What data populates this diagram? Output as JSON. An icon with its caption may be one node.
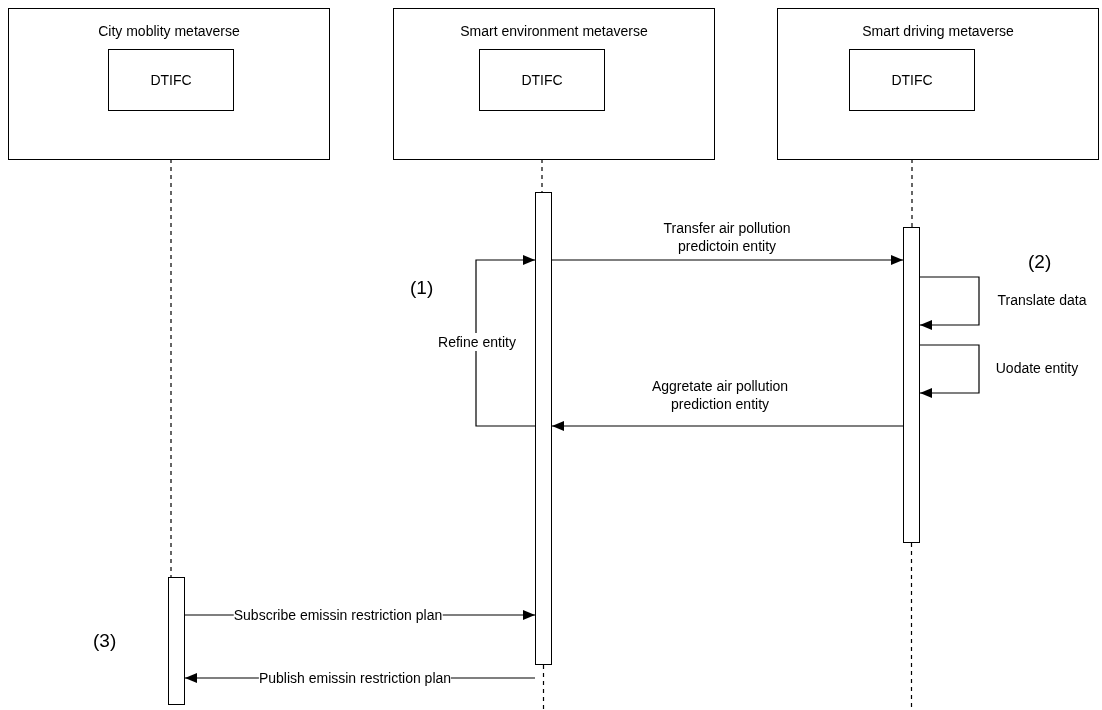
{
  "diagram": {
    "nodes": [
      {
        "text": [
          "City moblity metaverse"
        ]
      },
      {
        "text": [
          "DTIFC"
        ],
        "in": 0
      },
      {
        "text": [
          "Smart environment metaverse"
        ]
      },
      {
        "text": [
          "DTIFC"
        ],
        "in": 2
      },
      {
        "text": [
          "Smart driving metaverse"
        ]
      },
      {
        "text": [
          "DTIFC"
        ],
        "in": 4
      },
      {
        "text": [],
        "shape": "bar"
      },
      {
        "text": [],
        "shape": "bar"
      },
      {
        "text": [],
        "shape": "bar"
      }
    ],
    "edges": [
      {
        "from": 1,
        "to": 8,
        "arrow": "none",
        "style": "dashed"
      },
      {
        "from": 3,
        "to": 6,
        "arrow": "none",
        "style": "dashed"
      },
      {
        "from": 6,
        "to": null,
        "arrow": "none",
        "style": "dashed"
      },
      {
        "from": 5,
        "to": 7,
        "arrow": "none",
        "style": "dashed"
      },
      {
        "from": 7,
        "to": null,
        "arrow": "none",
        "style": "dashed"
      },
      {
        "from": 6,
        "to": 7,
        "arrow": "to",
        "label": "Transfer air pollution predictoin entity"
      },
      {
        "from": 7,
        "to": 7,
        "arrow": "to",
        "label": "Translate data"
      },
      {
        "from": 7,
        "to": 7,
        "arrow": "to",
        "label": "Uodate entity"
      },
      {
        "from": 7,
        "to": 6,
        "arrow": "to",
        "label": "Aggretate air pollution prediction entity"
      },
      {
        "from": 6,
        "to": 6,
        "arrow": "to",
        "label": "Refine entity"
      },
      {
        "from": 8,
        "to": 6,
        "arrow": "to",
        "label": "Subscribe emissin restriction plan"
      },
      {
        "from": 6,
        "to": 8,
        "arrow": "to",
        "label": "Publish emissin restriction plan"
      }
    ],
    "labels": [
      "(1)",
      "(2)",
      "(3)"
    ]
  }
}
